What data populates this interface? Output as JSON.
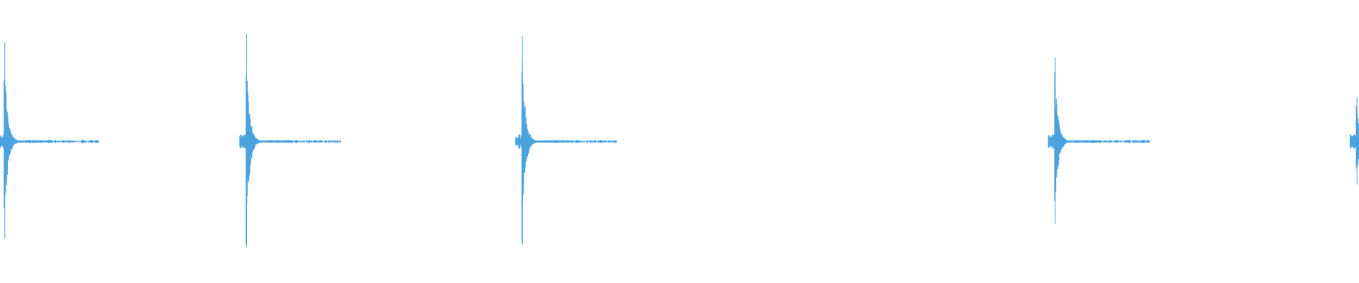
{
  "waveform": {
    "color": "#4aa3df",
    "background": "#ffffff",
    "clicks": [
      {
        "time": 0.003,
        "peak": 0.92
      },
      {
        "time": 0.181,
        "peak": 1.0
      },
      {
        "time": 0.384,
        "peak": 0.98
      },
      {
        "time": 0.776,
        "peak": 0.78
      },
      {
        "time": 0.998,
        "peak": 0.41
      }
    ]
  }
}
